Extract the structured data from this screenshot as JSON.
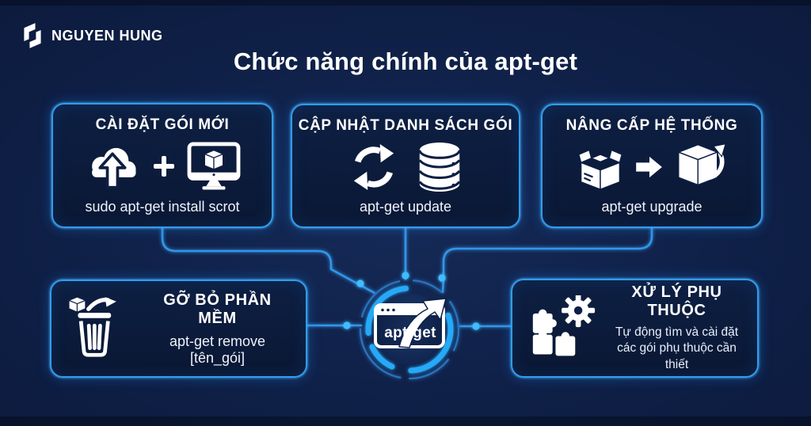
{
  "page": {
    "title": "Chức năng chính của apt-get",
    "background_color": "#0e1e44",
    "accent_color": "#2d9df0",
    "text_color": "#ffffff"
  },
  "logo": {
    "text": "NGUYEN HUNG",
    "icon": "nguyen-hung-monogram-icon"
  },
  "hub": {
    "label": "apt-get",
    "icon": "browser-window-export-arrow-icon"
  },
  "boxes": [
    {
      "id": "install",
      "title": "CÀI ĐẶT GÓI MỚI",
      "command": "sudo apt-get install scrot",
      "icons": [
        "cloud-upload-icon",
        "plus-icon",
        "monitor-package-icon"
      ]
    },
    {
      "id": "update",
      "title": "CẬP NHẬT DANH SÁCH GÓI",
      "command": "apt-get update",
      "icons": [
        "sync-arrows-icon",
        "database-icon"
      ]
    },
    {
      "id": "upgrade",
      "title": "NÂNG CẤP HỆ THỐNG",
      "command": "apt-get upgrade",
      "icons": [
        "open-box-icon",
        "arrow-right-icon",
        "box-upgrade-arrow-icon"
      ]
    },
    {
      "id": "remove",
      "title": "GỠ BỎ PHẦN MỀM",
      "command": "apt-get remove [tên_gói]",
      "icons": [
        "trash-package-out-icon"
      ]
    },
    {
      "id": "dependencies",
      "title": "XỬ LÝ PHỤ THUỘC",
      "description": "Tự động tìm và cài đặt các gói phụ thuộc cần thiết",
      "icons": [
        "puzzle-gear-icon"
      ]
    }
  ]
}
